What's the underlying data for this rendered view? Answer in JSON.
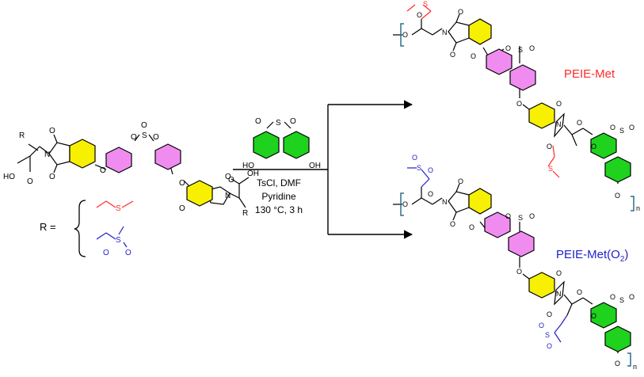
{
  "labels": {
    "peie_met": "PEIE-Met",
    "peie_met_o2_prefix": "PEIE-Met(O",
    "peie_met_o2_sub": "2",
    "peie_met_o2_suffix": ")",
    "r_equals": "R ="
  },
  "conditions": {
    "line1": "TsCl, DMF",
    "line2": "Pyridine",
    "line3": "130 °C, 3 h"
  },
  "atoms": {
    "O": "O",
    "N": "N",
    "S": "S",
    "HO": "HO",
    "OH": "OH",
    "R": "R",
    "n": "n"
  },
  "colors": {
    "phthalimide_ring": "#f7f000",
    "diaryl_sulfone_ring": "#f08cf0",
    "bisphenol_ring": "#1ed21e",
    "met_side_chain": "#ff2a2a",
    "met_o2_side_chain": "#1e1ec8",
    "bracket": "#2e6f8a",
    "bond": "#000000"
  }
}
